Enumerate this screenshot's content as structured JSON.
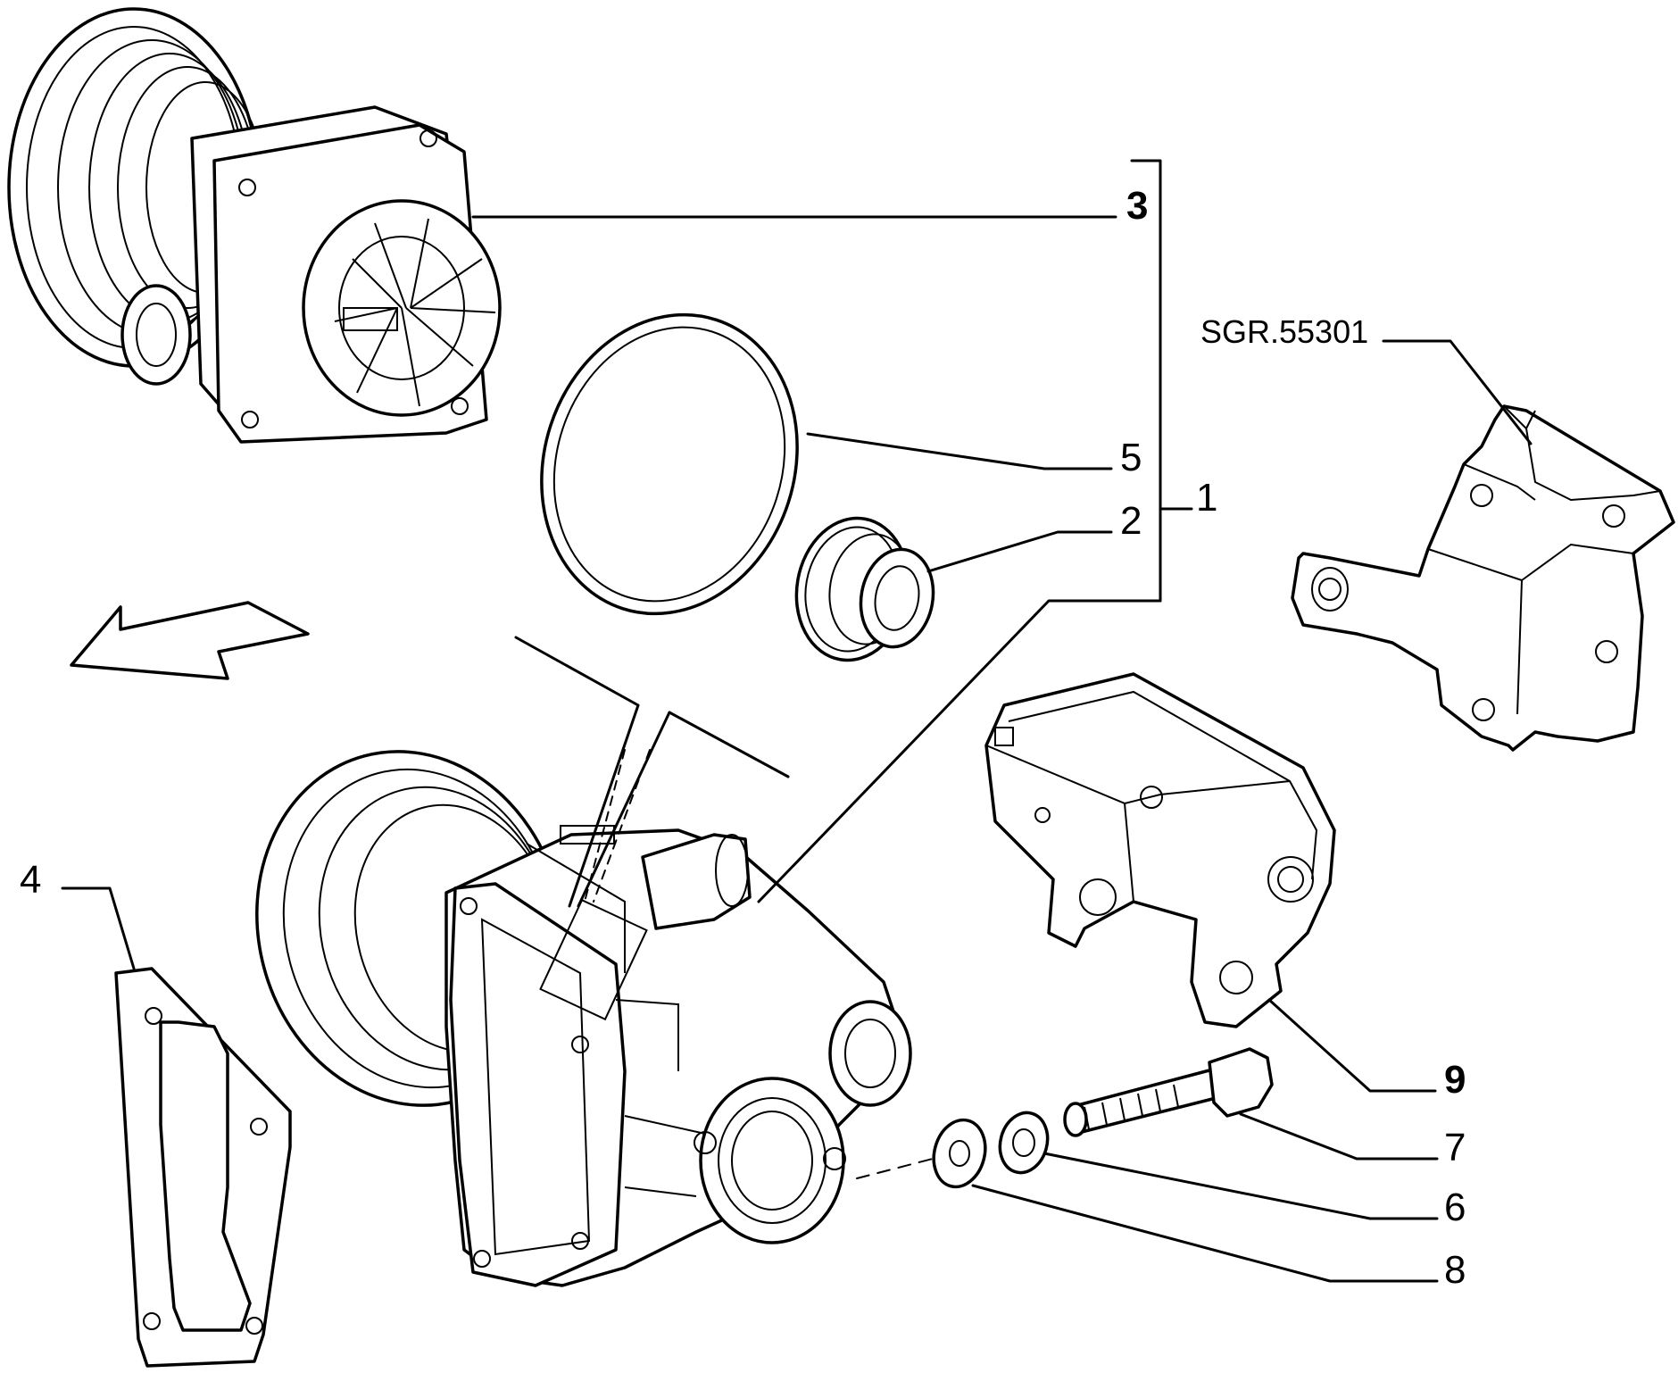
{
  "labels": {
    "item_1": "1",
    "item_2": "2",
    "item_3": "3",
    "item_4": "4",
    "item_5": "5",
    "item_6": "6",
    "item_7": "7",
    "item_8": "8",
    "item_9": "9",
    "reference": "SGR.55301"
  },
  "colors": {
    "ink": "#000000",
    "background": "#ffffff"
  }
}
